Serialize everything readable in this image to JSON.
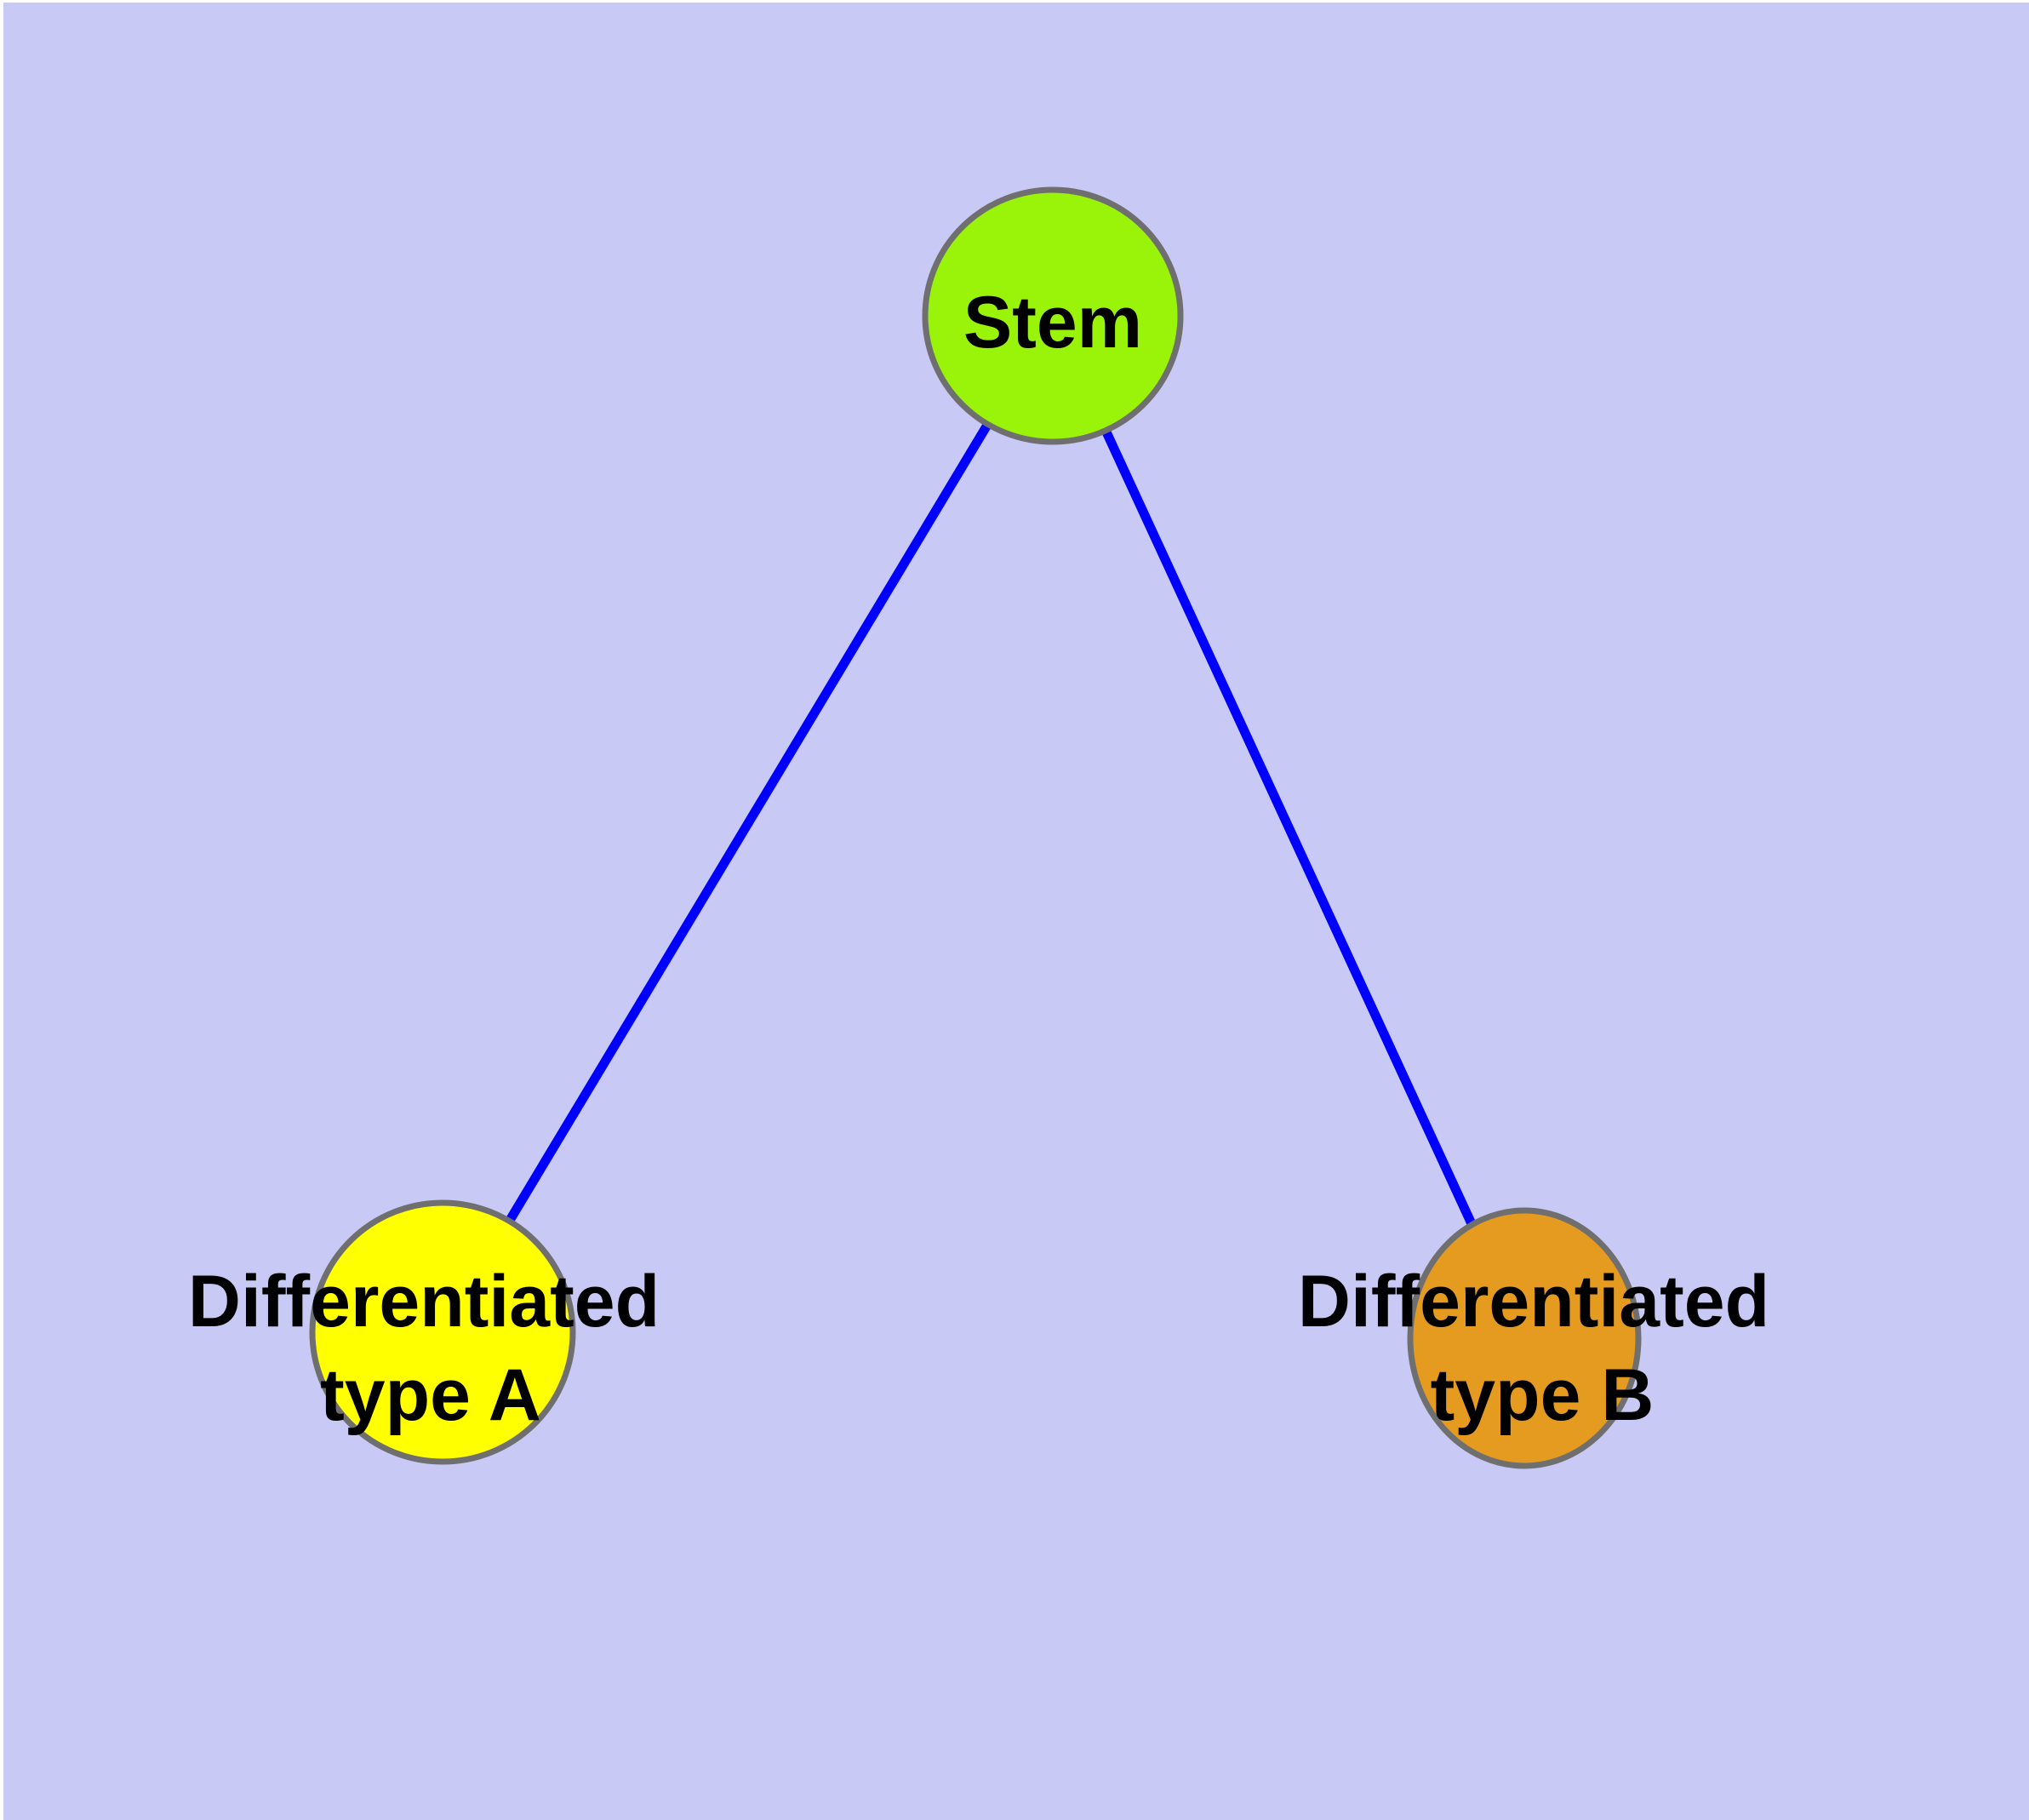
{
  "diagram": {
    "type": "node-link graph",
    "background_color": "#C9C9F6",
    "edge_color": "#0000FF",
    "node_border_color": "#6F6F6F",
    "text_color": "#000000",
    "nodes": {
      "stem": {
        "label": "Stem",
        "fill": "#9AF409"
      },
      "type_a": {
        "label": "Differentiated type A",
        "line1": "Differentiated",
        "line2": "type A",
        "fill": "#FFFF00"
      },
      "type_b": {
        "label": "Differentiated type B",
        "line1": "Differentiated",
        "line2": "type B",
        "fill": "#E59B20"
      }
    },
    "edges": [
      {
        "from": "Stem",
        "to": "Differentiated type A"
      },
      {
        "from": "Stem",
        "to": "Differentiated type B"
      }
    ]
  }
}
